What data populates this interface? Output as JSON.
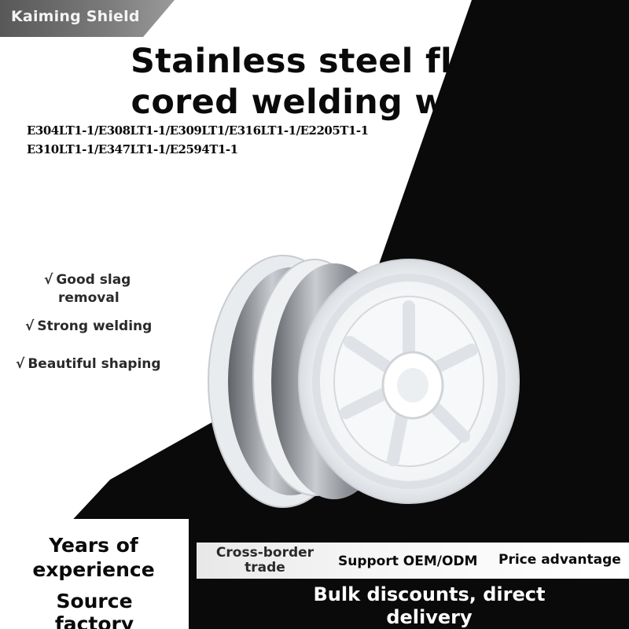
{
  "brand": "Kaiming Shield",
  "title": {
    "line1": "Stainless steel flux",
    "line2": "cored welding wire"
  },
  "models": {
    "line1": "E304LT1-1/E308LT1-1/E309LT1/E316LT1-1/E2205T1-1",
    "line2": "E310LT1-1/E347LT1-1/E2594T1-1"
  },
  "features": {
    "check": "√",
    "good_slag_1": "Good slag",
    "good_slag_2": "removal",
    "strong_welding": "Strong welding",
    "beautiful_shaping": "Beautiful shaping"
  },
  "bottom": {
    "years_1": "Years of",
    "years_2": "experience",
    "source_factory": "Source factory",
    "cross_1": "Cross-border",
    "cross_2": "trade",
    "oem": "Support OEM/ODM",
    "price": "Price advantage",
    "bulk_1": "Bulk discounts, direct",
    "bulk_2": "delivery"
  },
  "colors": {
    "background_dark": "#0a0a0a",
    "background_light": "#ffffff",
    "text_dark": "#0a0a0a",
    "spool_white": "#f2f4f6",
    "wire_steel": "#8c9096"
  }
}
